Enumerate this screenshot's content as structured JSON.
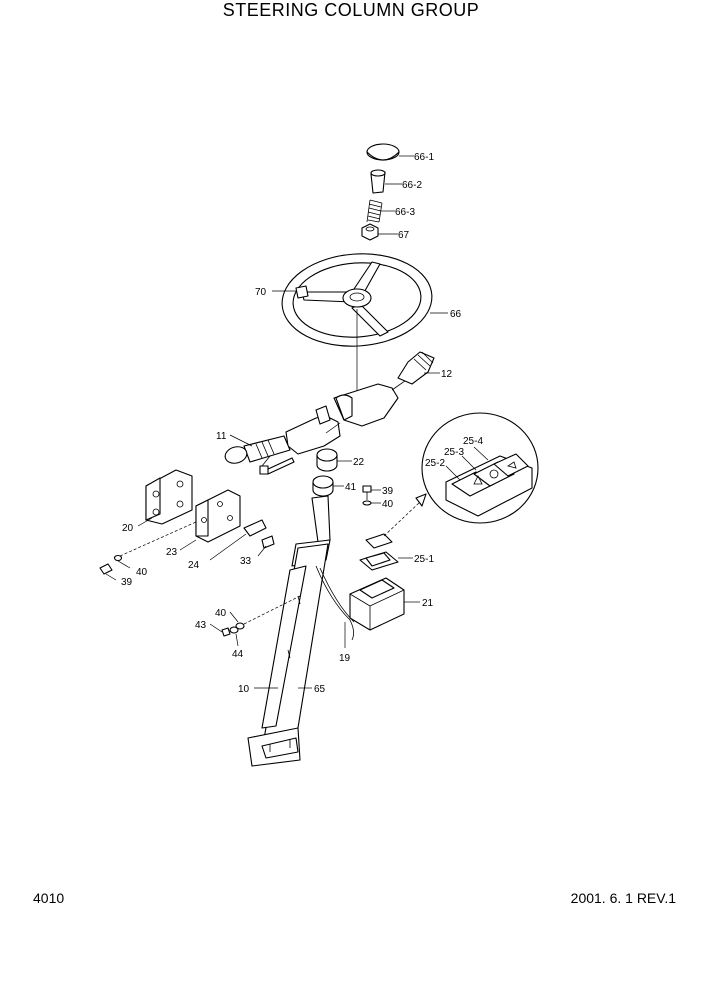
{
  "title": "STEERING COLUMN GROUP",
  "page_number": "4010",
  "revision": "2001. 6. 1 REV.1",
  "callouts": {
    "c66_1": "66-1",
    "c66_2": "66-2",
    "c66_3": "66-3",
    "c67": "67",
    "c70": "70",
    "c66": "66",
    "c12": "12",
    "c11": "11",
    "c22": "22",
    "c41": "41",
    "c39a": "39",
    "c40a": "40",
    "c25_4": "25-4",
    "c25_3": "25-3",
    "c25_2": "25-2",
    "c25_1": "25-1",
    "c20": "20",
    "c23": "23",
    "c24": "24",
    "c33": "33",
    "c40b": "40",
    "c39b": "39",
    "c21": "21",
    "c40c": "40",
    "c43": "43",
    "c44": "44",
    "c19": "19",
    "c10": "10",
    "c65": "65"
  }
}
